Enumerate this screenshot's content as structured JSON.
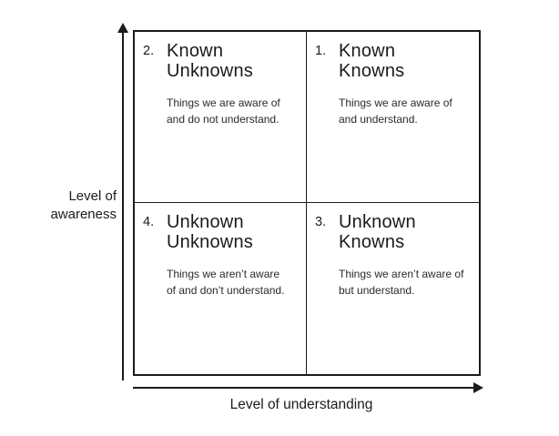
{
  "colors": {
    "background": "#ffffff",
    "ink": "#1b1b1b"
  },
  "axes": {
    "y_label_line1": "Level of",
    "y_label_line2": "awareness",
    "x_label": "Level of understanding"
  },
  "quadrants": [
    {
      "position": "top-left",
      "number": "2.",
      "title_lines": [
        "Known",
        "Unknowns"
      ],
      "desc_lines": [
        "Things we are aware of",
        "and do not understand."
      ]
    },
    {
      "position": "top-right",
      "number": "1.",
      "title_lines": [
        "Known",
        "Knowns"
      ],
      "desc_lines": [
        "Things we are aware of",
        "and understand."
      ]
    },
    {
      "position": "bottom-left",
      "number": "4.",
      "title_lines": [
        "Unknown",
        "Unknowns"
      ],
      "desc_lines": [
        "Things we aren’t aware",
        "of and don’t understand."
      ]
    },
    {
      "position": "bottom-right",
      "number": "3.",
      "title_lines": [
        "Unknown",
        "Knowns"
      ],
      "desc_lines": [
        "Things we aren’t aware of",
        "but understand."
      ]
    }
  ]
}
